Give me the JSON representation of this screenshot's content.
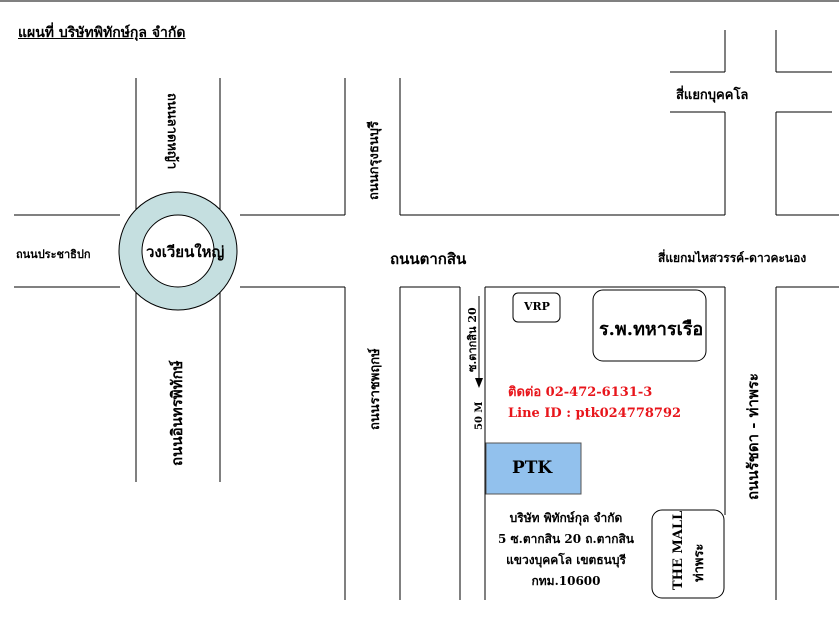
{
  "title": "แผนที่ บริษัทพิทักษ์กุล จำกัด",
  "roads": {
    "lat_ya": "ถนนลาดหญ้า",
    "krung_thonburi": "ถนนกรุงธนบุรี",
    "prajadhipok": "ถนนประชาธิปก",
    "circle": "วงเวียนใหญ่",
    "taksin": "ถนนตากสิน",
    "intharaphithak": "ถนนอินทรพิทักษ์",
    "rajaphruek": "ถนนราชพฤกษ์",
    "soi_taksin20": "ซ.ตากสิน 20",
    "ratchada_thaphra": "ถนนรัชดา - ท่าพระ"
  },
  "junctions": {
    "bukkhalo": "สี่แยกบุคคโล",
    "mahaisawan": "สี่แยกมไหสวรรค์-ดาวคะนอง"
  },
  "places": {
    "vrp": "VRP",
    "navy_hospital": "ร.พ.ทหารเรือ",
    "ptk": "PTK",
    "the_mall_line1": "THE MALL",
    "the_mall_line2": "ท่าพระ"
  },
  "distance": "50 M",
  "contact": {
    "phone": "ติดต่อ 02-472-6131-3",
    "line": "Line ID : ptk024778792"
  },
  "address": {
    "line1": "บริษัท พิทักษ์กุล  จำกัด",
    "line2": "5 ซ.ตากสิน 20 ถ.ตากสิน",
    "line3": "แขวงบุคคโล  เขตธนบุรี",
    "line4": "กทม.10600"
  },
  "colors": {
    "circle_fill": "#c5dfe0",
    "ptk_fill": "#92c1ed",
    "contact_text": "#e8151b"
  }
}
